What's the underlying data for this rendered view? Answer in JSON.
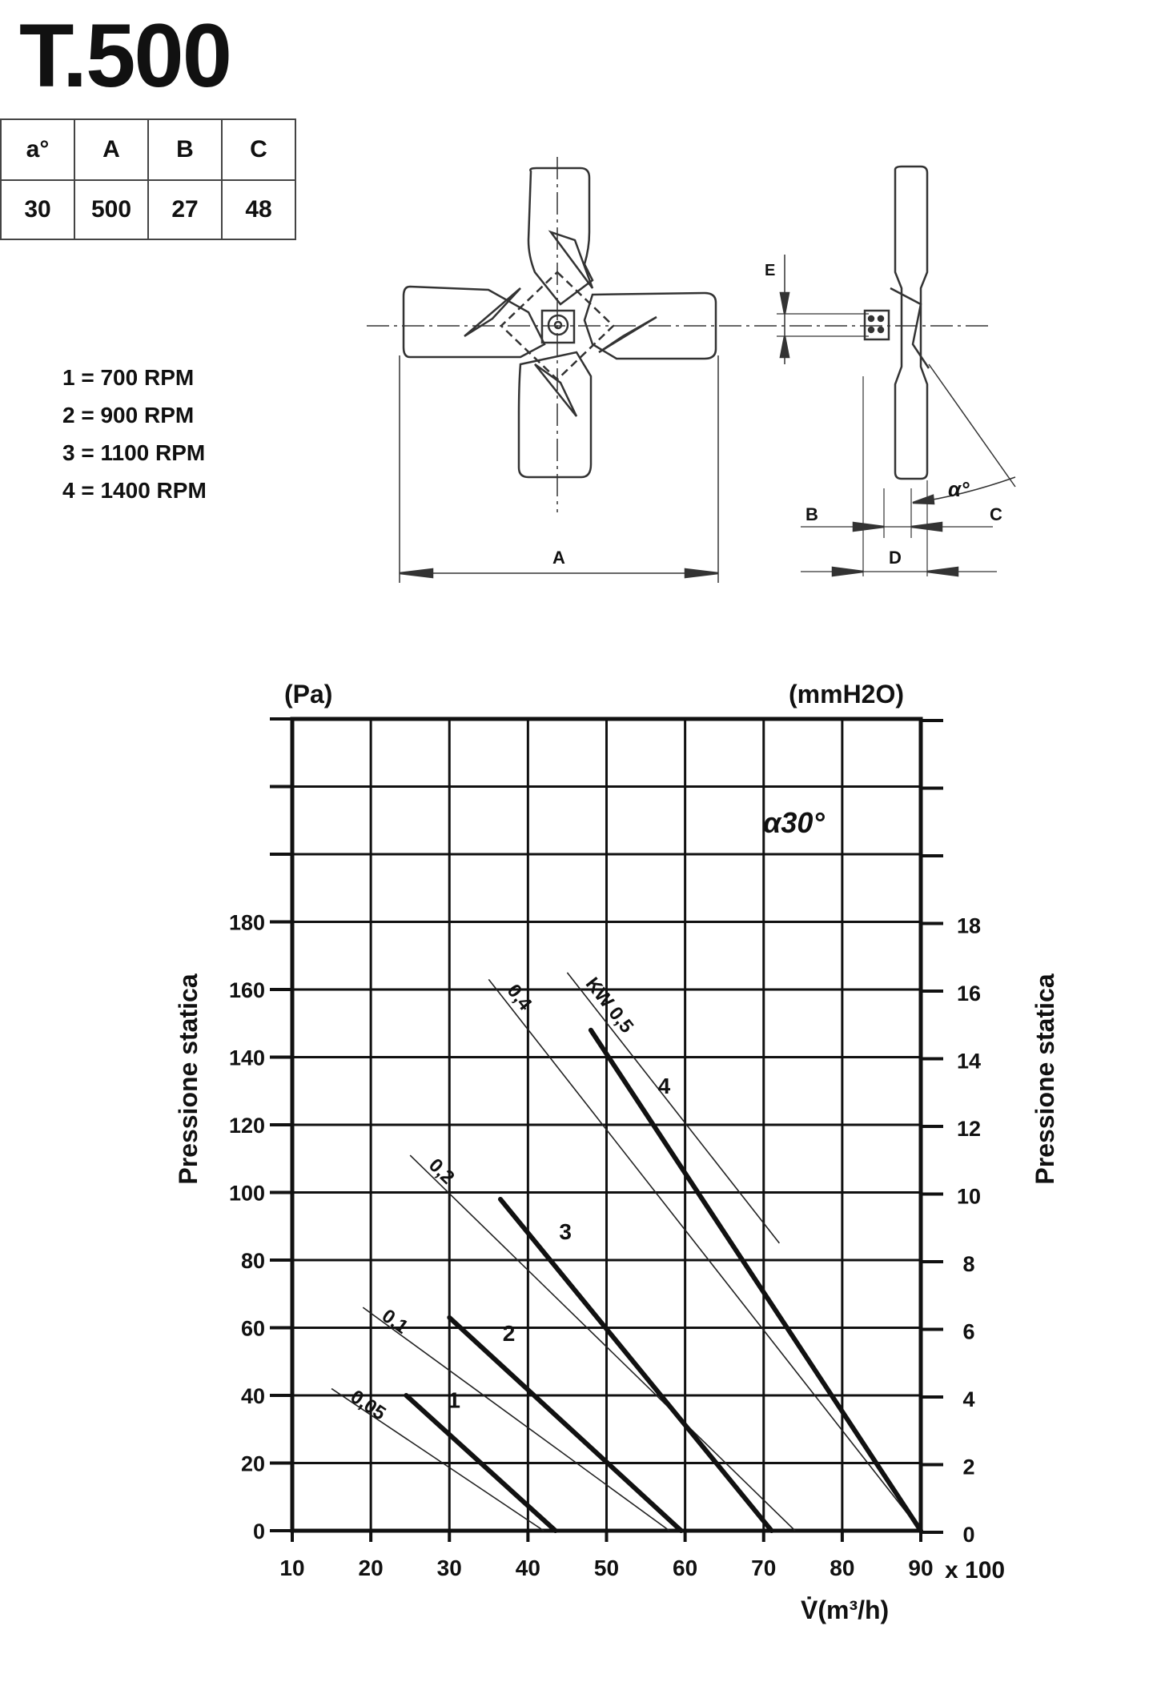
{
  "title": "T.500",
  "dimension_table": {
    "headers": [
      "a°",
      "A",
      "B",
      "C"
    ],
    "values": [
      "30",
      "500",
      "27",
      "48"
    ]
  },
  "rpm_legend": [
    "1 = 700 RPM",
    "2 = 900 RPM",
    "3 = 1100 RPM",
    "4 = 1400 RPM"
  ],
  "drawing_labels": {
    "A": "A",
    "B": "B",
    "C": "C",
    "D": "D",
    "E": "E",
    "alpha": "α°"
  },
  "chart_data": {
    "type": "line",
    "left_unit": "(Pa)",
    "right_unit": "(mmH2O)",
    "annotation": "α30°",
    "ylabel_left": "Pressione statica",
    "ylabel_right": "Pressione statica",
    "xlabel": "V̇(m³/h)",
    "x_multiplier": "x 100",
    "xlim": [
      10,
      90
    ],
    "ylim": [
      0,
      240
    ],
    "x_ticks": [
      "10",
      "20",
      "30",
      "40",
      "50",
      "60",
      "70",
      "80",
      "90"
    ],
    "y_ticks_left": [
      "0",
      "20",
      "40",
      "60",
      "80",
      "100",
      "120",
      "140",
      "160",
      "180"
    ],
    "y_ticks_right": [
      "0",
      "2",
      "4",
      "6",
      "8",
      "10",
      "12",
      "14",
      "16",
      "18"
    ],
    "grid": true,
    "series": [
      {
        "name": "1",
        "points": [
          [
            24.5,
            40
          ],
          [
            43.5,
            0
          ]
        ]
      },
      {
        "name": "2",
        "points": [
          [
            30,
            63
          ],
          [
            59.5,
            0
          ]
        ]
      },
      {
        "name": "3",
        "points": [
          [
            36.5,
            98
          ],
          [
            71,
            0
          ]
        ]
      },
      {
        "name": "4",
        "points": [
          [
            48,
            148
          ],
          [
            90,
            0
          ]
        ]
      }
    ],
    "power_lines": [
      {
        "label": "0,05",
        "points": [
          [
            15,
            42
          ],
          [
            42,
            0
          ]
        ]
      },
      {
        "label": "0,1",
        "points": [
          [
            19,
            66
          ],
          [
            58,
            0
          ]
        ]
      },
      {
        "label": "0,2",
        "points": [
          [
            25,
            111
          ],
          [
            74,
            0
          ]
        ]
      },
      {
        "label": "0,4",
        "points": [
          [
            35,
            163
          ],
          [
            90,
            0
          ]
        ]
      },
      {
        "label": "KW 0,5",
        "points": [
          [
            45,
            165
          ],
          [
            72,
            85
          ]
        ]
      }
    ]
  }
}
